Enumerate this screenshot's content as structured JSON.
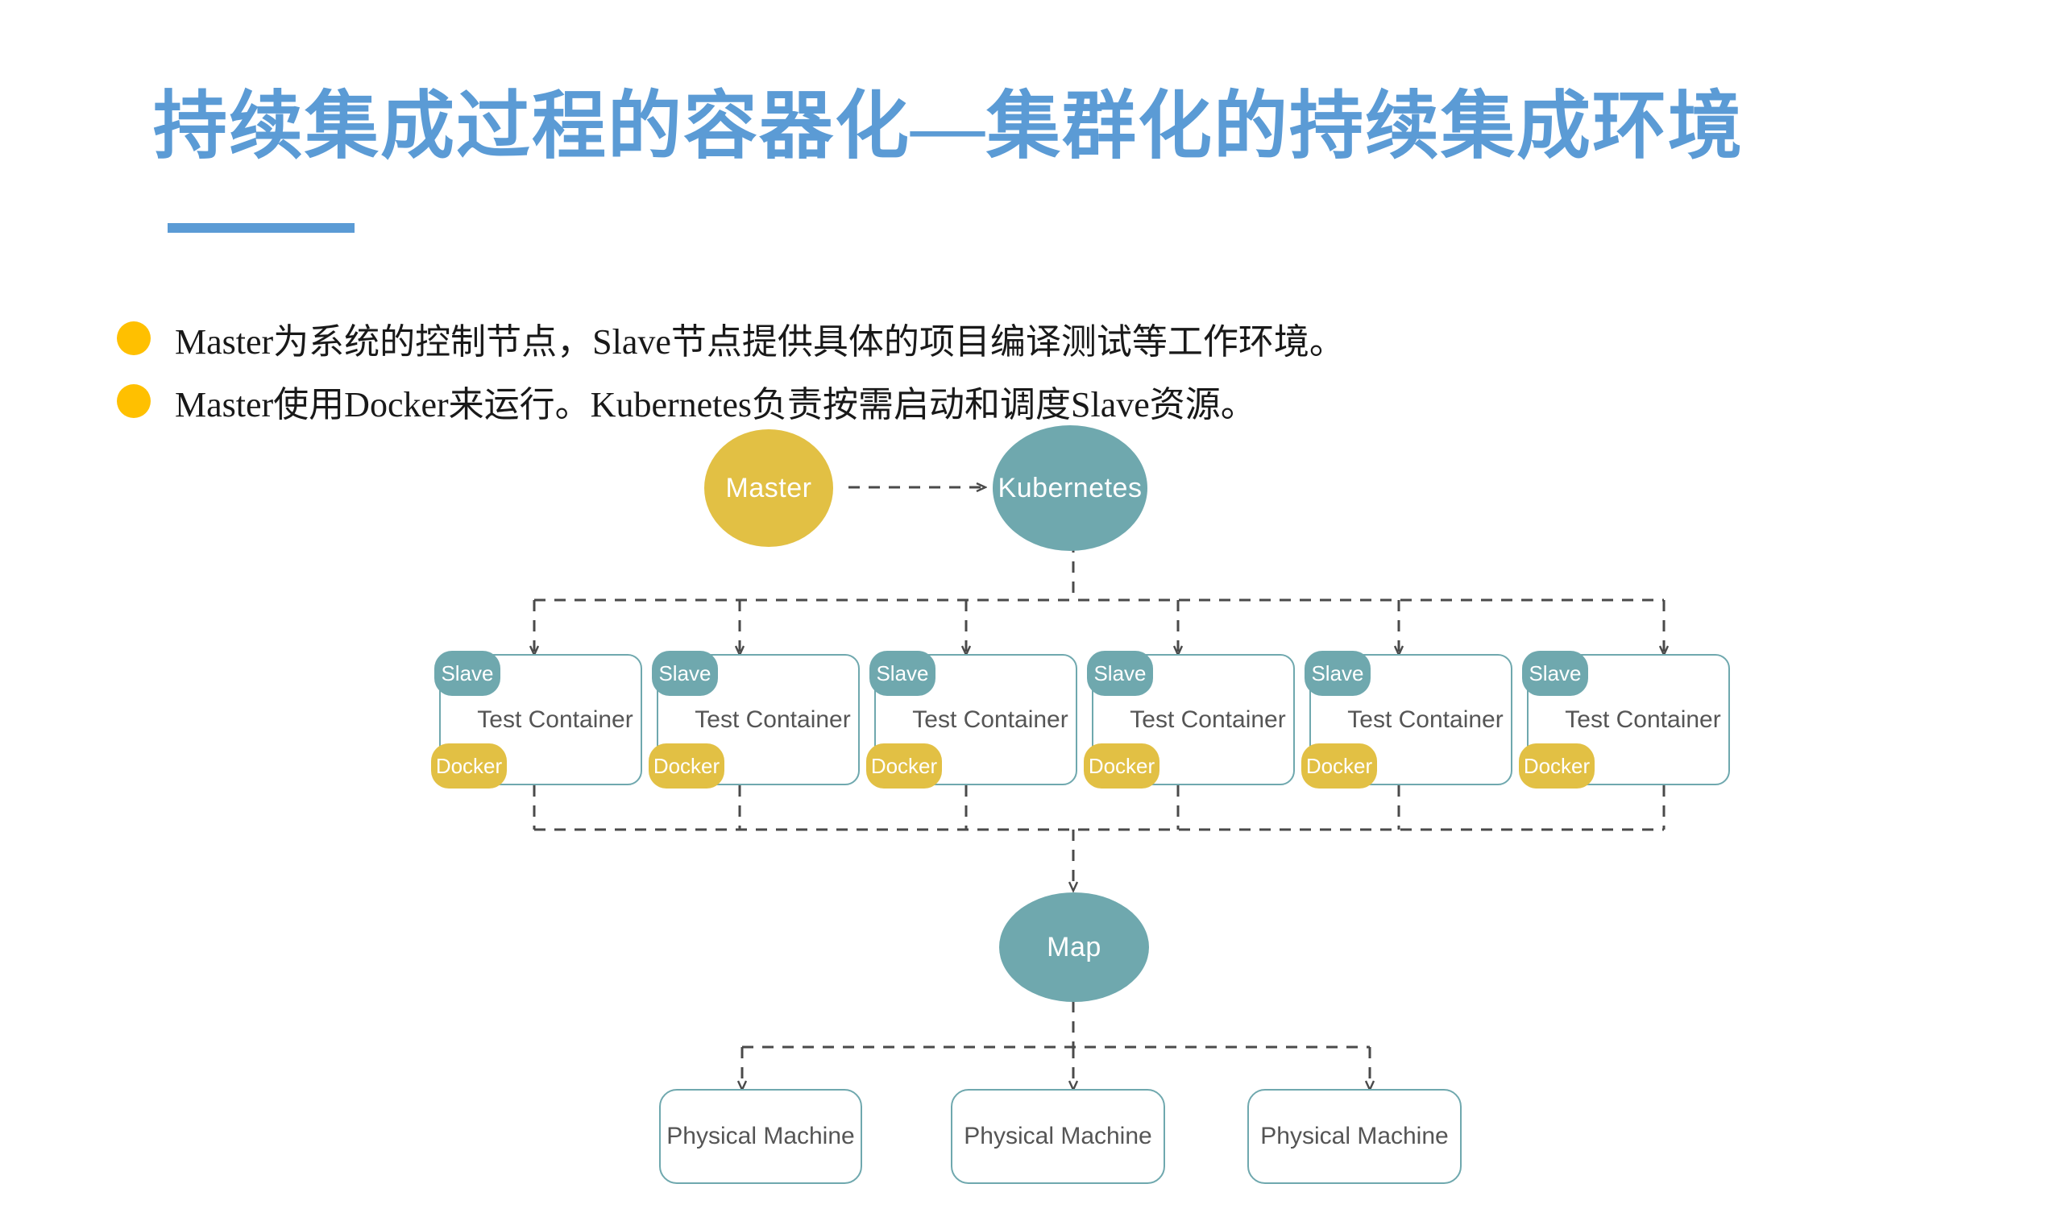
{
  "slide": {
    "title": "持续集成过程的容器化—集群化的持续集成环境",
    "title_color": "#5B9BD5",
    "accent_bar_color": "#5B9BD5",
    "background": "#FFFFFF"
  },
  "bullets": [
    {
      "marker": "circle-bullet-icon",
      "text": "Master为系统的控制节点，Slave节点提供具体的项目编译测试等工作环境。"
    },
    {
      "marker": "circle-bullet-icon",
      "text": "Master使用Docker来运行。Kubernetes负责按需启动和调度Slave资源。"
    }
  ],
  "bullet_marker_color": "#FFC000",
  "diagram": {
    "colors": {
      "teal": "#6FA8AE",
      "gold": "#E2C044",
      "connector": "#4A4A4A",
      "box_border": "#6FA8AE",
      "box_text": "#555555"
    },
    "master": {
      "label": "Master"
    },
    "kubernetes": {
      "label": "Kubernetes"
    },
    "map": {
      "label": "Map"
    },
    "slave_badge_label": "Slave",
    "docker_badge_label": "Docker",
    "containers": [
      {
        "label": "Test Container",
        "slave": "Slave",
        "docker": "Docker"
      },
      {
        "label": "Test Container",
        "slave": "Slave",
        "docker": "Docker"
      },
      {
        "label": "Test Container",
        "slave": "Slave",
        "docker": "Docker"
      },
      {
        "label": "Test Container",
        "slave": "Slave",
        "docker": "Docker"
      },
      {
        "label": "Test Container",
        "slave": "Slave",
        "docker": "Docker"
      },
      {
        "label": "Test Container",
        "slave": "Slave",
        "docker": "Docker"
      }
    ],
    "physical_machines": [
      {
        "label": "Physical Machine"
      },
      {
        "label": "Physical Machine"
      },
      {
        "label": "Physical Machine"
      }
    ]
  }
}
